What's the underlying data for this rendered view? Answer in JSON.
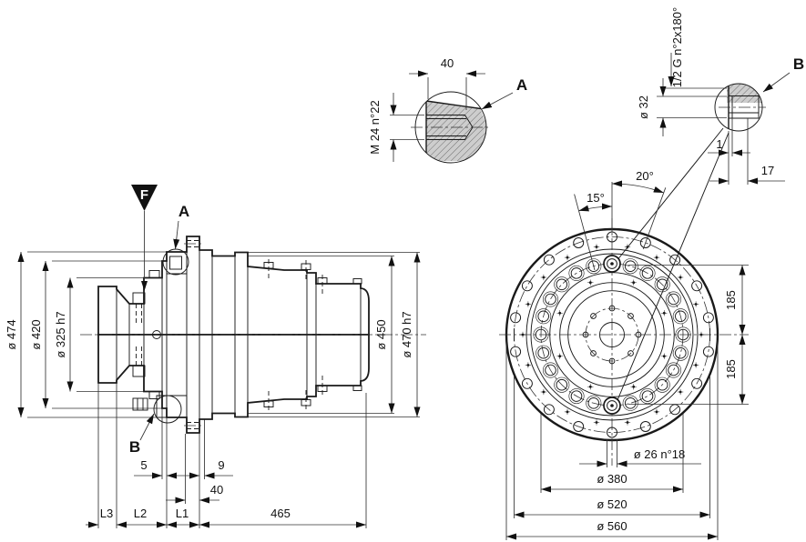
{
  "side_view": {
    "dia_474": "ø 474",
    "dia_420": "ø 420",
    "dia_325": "ø 325 h7",
    "dia_450": "ø 450",
    "dia_470": "ø 470 h7",
    "dim_5": "5",
    "dim_9": "9",
    "dim_40": "40",
    "dim_465": "465",
    "l1": "L1",
    "l2": "L2",
    "l3": "L3",
    "label_f": "F",
    "label_a": "A",
    "label_b": "B"
  },
  "detail_a": {
    "label": "A",
    "dim_40": "40",
    "thread_spec": "M 24 n°22"
  },
  "detail_b": {
    "label": "B",
    "thread_spec": "1/2 G n°2x180°",
    "dia_32": "ø 32",
    "dim_1": "1",
    "dim_17": "17"
  },
  "front_view": {
    "angle_15": "15°",
    "angle_20": "20°",
    "dim_185_upper": "185",
    "dim_185_lower": "185",
    "holes_spec": "ø 26 n°18",
    "dia_380": "ø 380",
    "dia_520": "ø 520",
    "dia_560": "ø 560"
  }
}
